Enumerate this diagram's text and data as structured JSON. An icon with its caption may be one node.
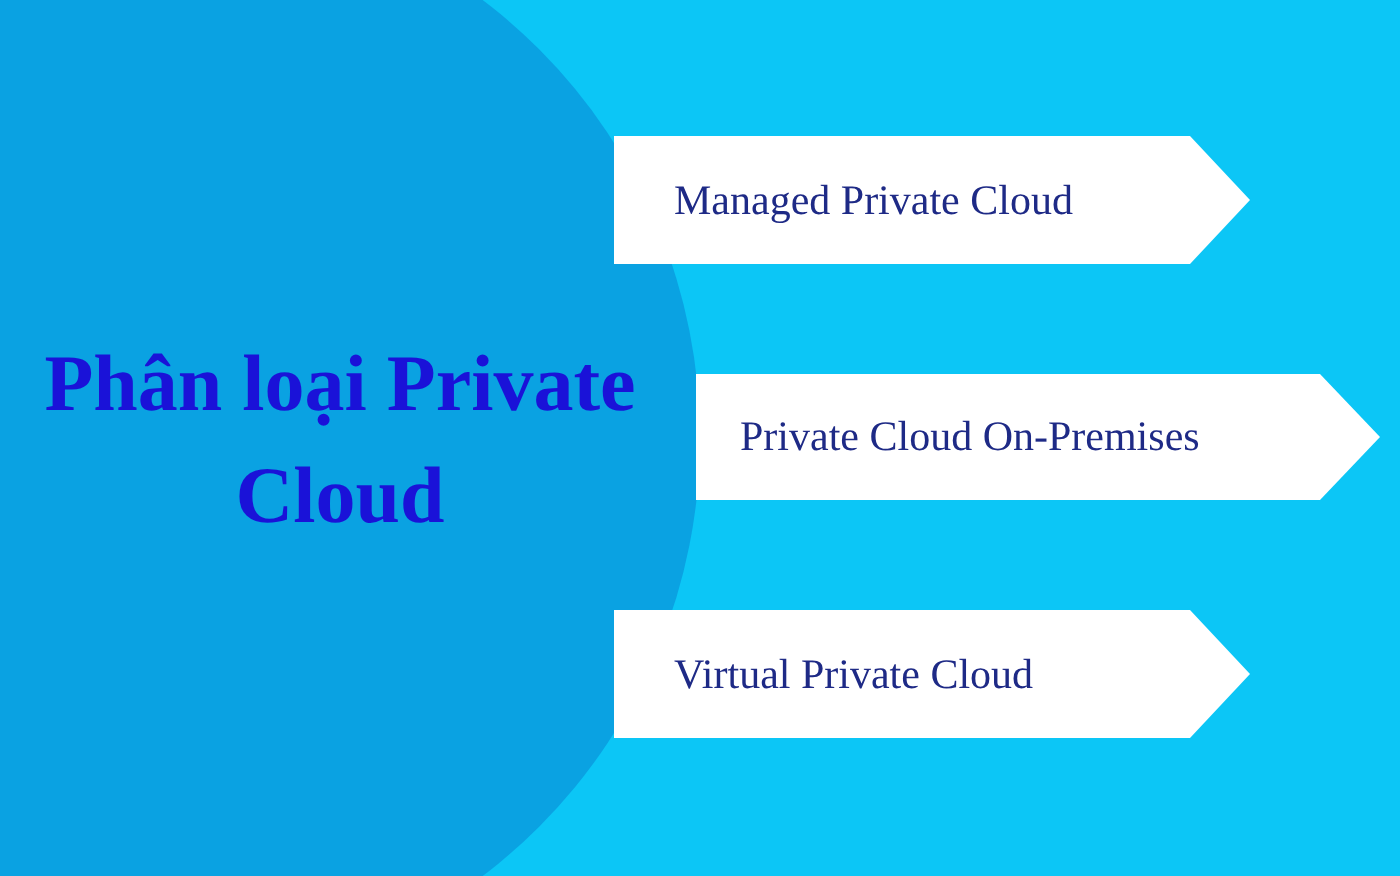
{
  "diagram": {
    "nodes": [
      {
        "text": [
          "Phân loại Private Cloud"
        ]
      },
      {
        "text": [
          "Managed Private Cloud"
        ]
      },
      {
        "text": [
          "Private Cloud On-Premises"
        ]
      },
      {
        "text": [
          "Virtual Private Cloud"
        ]
      }
    ]
  }
}
